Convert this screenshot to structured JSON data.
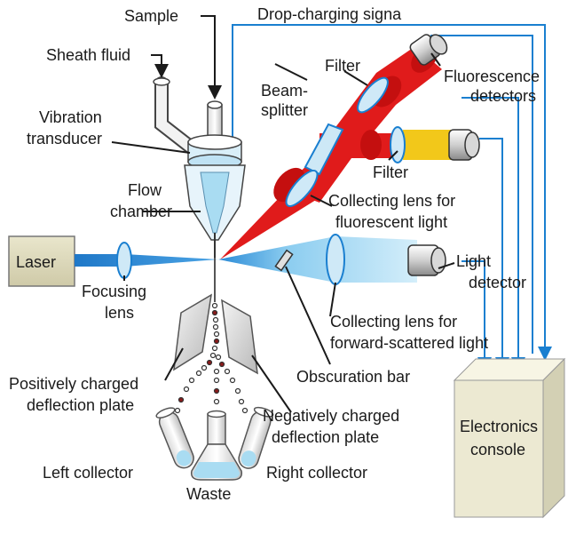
{
  "labels": {
    "sample": "Sample",
    "drop_charging": "Drop-charging signa",
    "sheath_fluid": "Sheath fluid",
    "filter_top": "Filter",
    "fluorescence_1": "Fluorescence",
    "fluorescence_2": "detectors",
    "beam_1": "Beam-",
    "beam_2": "splitter",
    "vibration_1": "Vibration",
    "vibration_2": "transducer",
    "filter_mid": "Filter",
    "flow_1": "Flow",
    "flow_2": "chamber",
    "collect_fl_1": "Collecting lens for",
    "collect_fl_2": "fluorescent light",
    "laser": "Laser",
    "light_1": "Light",
    "light_2": "detector",
    "focusing_1": "Focusing",
    "focusing_2": "lens",
    "collect_fw_1": "Collecting lens for",
    "collect_fw_2": "forward-scattered light",
    "obscuration": "Obscuration bar",
    "pos_1": "Positively charged",
    "pos_2": "deflection plate",
    "neg_1": "Negatively charged",
    "neg_2": "deflection plate",
    "electronics_1": "Electronics",
    "electronics_2": "console",
    "left_collector": "Left collector",
    "right_collector": "Right collector",
    "waste": "Waste"
  },
  "colors": {
    "wire": "#1a7fd0",
    "laser_beam": "#2a8ad6",
    "red_beam": "#e01b1b",
    "yellow_beam": "#f2c81a",
    "scatter_light": "#a9dcf2",
    "console": "#ece9d2",
    "lens": "#cfe9f7"
  }
}
